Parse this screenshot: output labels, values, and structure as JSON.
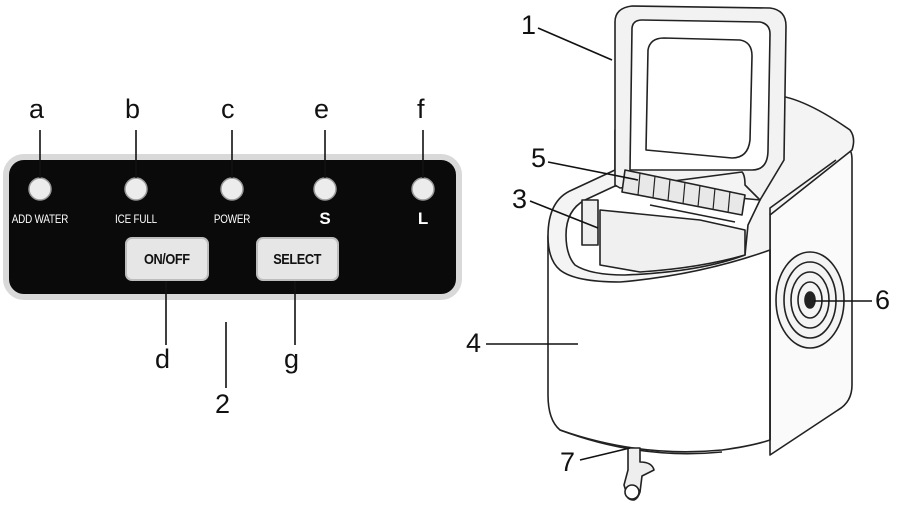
{
  "panel": {
    "indicators": [
      {
        "letter": "a",
        "label": "ADD WATER"
      },
      {
        "letter": "b",
        "label": "ICE FULL"
      },
      {
        "letter": "c",
        "label": "POWER"
      },
      {
        "letter": "e",
        "label": "S"
      },
      {
        "letter": "f",
        "label": "L"
      }
    ],
    "buttons": [
      {
        "letter": "d",
        "label": "ON/OFF"
      },
      {
        "letter": "g",
        "label": "SELECT"
      }
    ],
    "panel_number": "2"
  },
  "machine": {
    "callouts": [
      "1",
      "5",
      "3",
      "4",
      "6",
      "7"
    ]
  },
  "colors": {
    "panel_fill": "#0a0a0a",
    "panel_border": "#d9d9d9",
    "button_fill": "#e6e6e6",
    "line": "#111111"
  }
}
